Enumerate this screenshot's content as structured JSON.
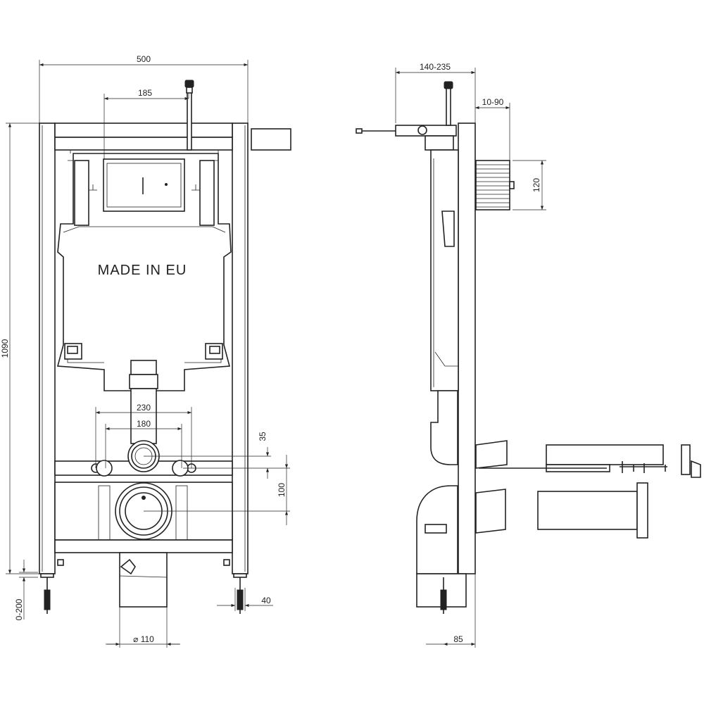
{
  "drawing": {
    "front_view": {
      "frame_marking": "MADE IN EU",
      "dimensions": {
        "width": "500",
        "flush_plate_offset": "185",
        "height": "1090",
        "bolt_spacing_outer": "230",
        "bolt_spacing_inner": "180",
        "inlet_offset": "35",
        "drain_offset": "100",
        "leg_adjust": "0-200",
        "leg_width": "40",
        "drain_diameter": "⌀ 110"
      }
    },
    "side_view": {
      "dimensions": {
        "depth_adjust": "140-235",
        "wall_adjust": "10-90",
        "flush_panel_height": "120",
        "drain_depth": "85"
      }
    }
  }
}
